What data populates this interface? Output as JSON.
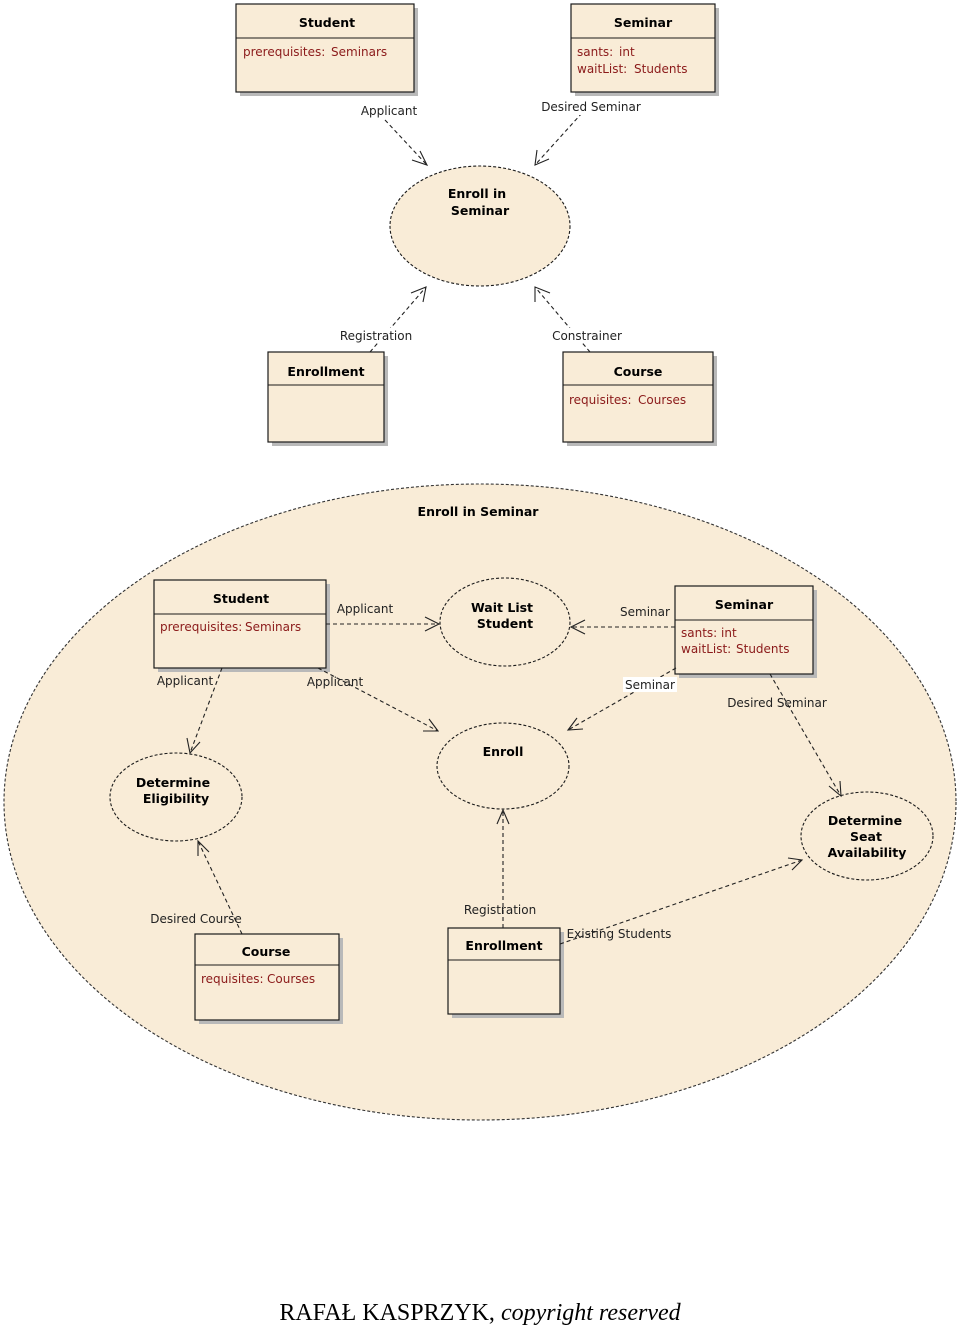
{
  "top": {
    "classes": {
      "student": {
        "title": "Student",
        "attrs": [
          {
            "name": "prerequisites:",
            "type": "Seminars"
          }
        ]
      },
      "seminar": {
        "title": "Seminar",
        "attrs": [
          {
            "name": "sants:",
            "type": "int"
          },
          {
            "name": "waitList:",
            "type": "Students"
          }
        ]
      },
      "enrollment": {
        "title": "Enrollment",
        "attrs": []
      },
      "course": {
        "title": "Course",
        "attrs": [
          {
            "name": "requisites:",
            "type": "Courses"
          }
        ]
      }
    },
    "usecase": {
      "line1": "Enroll in",
      "line2": "Seminar"
    },
    "labels": {
      "applicant": "Applicant",
      "desired_seminar": "Desired Seminar",
      "registration": "Registration",
      "constrainer": "Constrainer"
    }
  },
  "bottom": {
    "boundary_title": "Enroll in Seminar",
    "classes": {
      "student": {
        "title": "Student",
        "attrs": [
          {
            "name": "prerequisites:",
            "type": "Seminars"
          }
        ]
      },
      "seminar": {
        "title": "Seminar",
        "attrs": [
          {
            "name": "sants:",
            "type": "int"
          },
          {
            "name": "waitList:",
            "type": "Students"
          }
        ]
      },
      "course": {
        "title": "Course",
        "attrs": [
          {
            "name": "requisites:",
            "type": "Courses"
          }
        ]
      },
      "enrollment": {
        "title": "Enrollment",
        "attrs": []
      }
    },
    "usecases": {
      "wait_list": {
        "line1": "Wait List",
        "line2": "Student"
      },
      "enroll": {
        "line1": "Enroll"
      },
      "eligibility": {
        "line1": "Determine",
        "line2": "Eligibility"
      },
      "seat": {
        "line1": "Determine",
        "line2": "Seat",
        "line3": "Availability"
      }
    },
    "labels": {
      "applicant_1": "Applicant",
      "applicant_2": "Applicant",
      "applicant_3": "Applicant",
      "seminar_1": "Seminar",
      "seminar_2": "Seminar",
      "desired_seminar": "Desired Seminar",
      "desired_course": "Desired Course",
      "registration": "Registration",
      "existing_students": "Existing Students"
    }
  },
  "footer": {
    "author": "RAFAŁ KASPRZYK,",
    "note": "copyright reserved"
  },
  "colors": {
    "fill": "#f9ecd7",
    "attr_text": "#8b1a1a",
    "line": "#222222"
  }
}
